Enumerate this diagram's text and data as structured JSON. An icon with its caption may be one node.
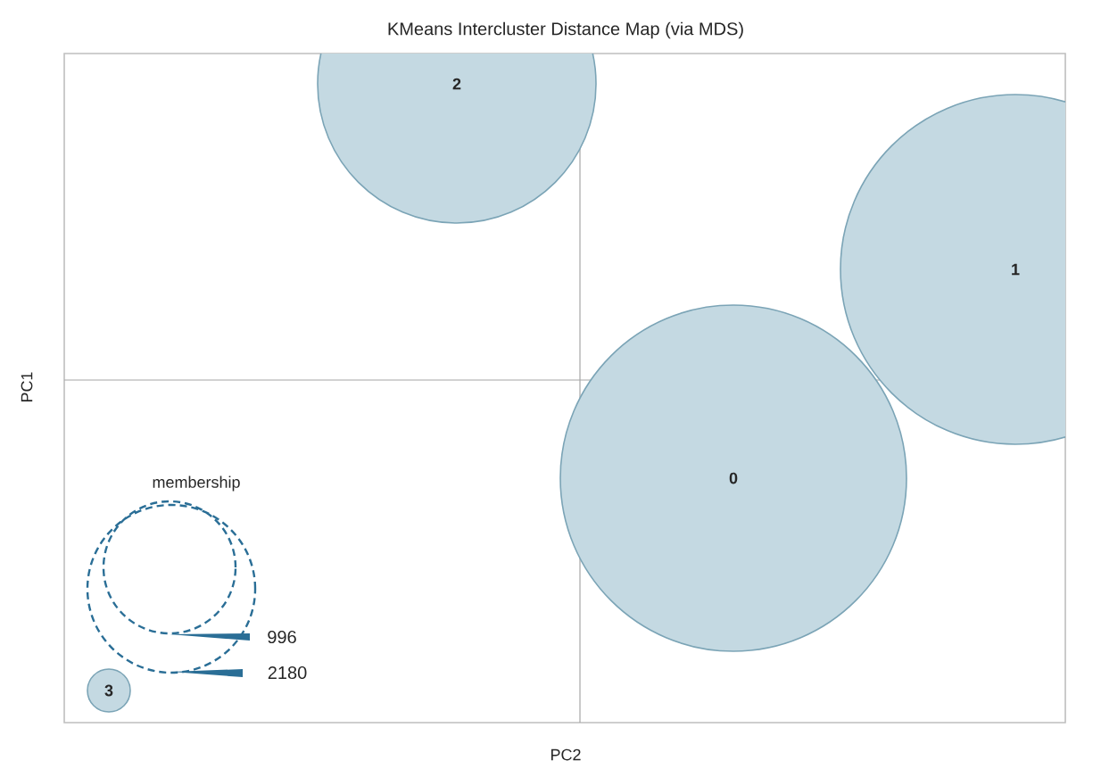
{
  "diagram": {
    "title": "KMeans Intercluster Distance Map (via MDS)",
    "nodes": [
      {
        "text": [
          "2"
        ]
      },
      {
        "text": [
          "1"
        ]
      },
      {
        "text": [
          "0"
        ]
      },
      {
        "text": [
          "3"
        ]
      }
    ],
    "labels": [
      "PC1",
      "PC2",
      "membership",
      "996",
      "2180"
    ]
  }
}
